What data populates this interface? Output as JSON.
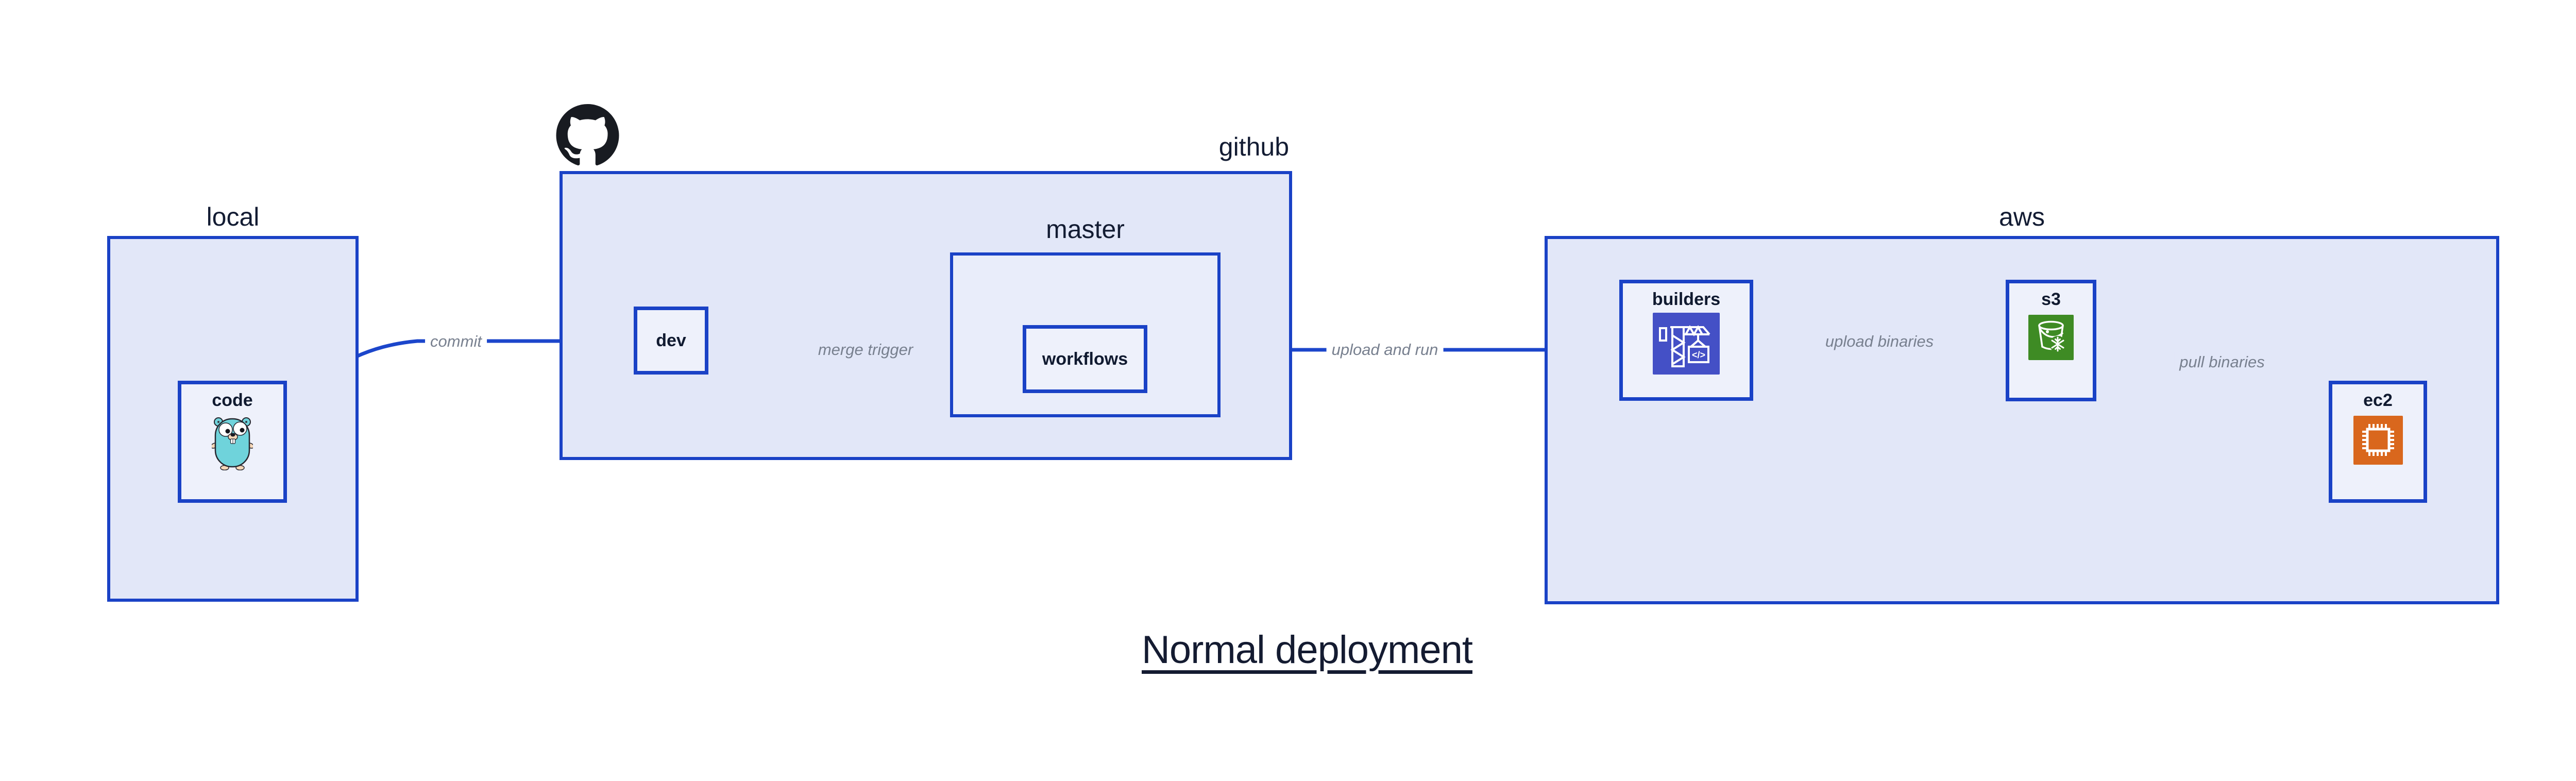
{
  "diagram": {
    "title": "Normal deployment",
    "groups": [
      {
        "id": "local",
        "label": "local"
      },
      {
        "id": "github",
        "label": "github"
      },
      {
        "id": "master",
        "label": "master"
      },
      {
        "id": "aws",
        "label": "aws"
      }
    ],
    "nodes": [
      {
        "id": "code",
        "label": "code",
        "icon": "go-gopher-icon"
      },
      {
        "id": "dev",
        "label": "dev",
        "icon": null
      },
      {
        "id": "workflows",
        "label": "workflows",
        "icon": null
      },
      {
        "id": "builders",
        "label": "builders",
        "icon": "codebuild-crane-icon",
        "icon_text": "</>"
      },
      {
        "id": "s3",
        "label": "s3",
        "icon": "s3-glacier-bucket-icon"
      },
      {
        "id": "ec2",
        "label": "ec2",
        "icon": "ec2-chip-icon"
      }
    ],
    "edges": [
      {
        "from": "code",
        "to": "dev",
        "label": "commit"
      },
      {
        "from": "dev",
        "to": "workflows",
        "label": "merge trigger"
      },
      {
        "from": "workflows",
        "to": "builders",
        "label": "upload and run"
      },
      {
        "from": "builders",
        "to": "s3",
        "label": "upload binaries"
      },
      {
        "from": "s3",
        "to": "ec2",
        "label": "pull binaries"
      }
    ],
    "logos": [
      {
        "id": "github-logo",
        "icon": "github-octocat-icon"
      }
    ],
    "colors": {
      "canvas_bg": "#ffffff",
      "group_fill": "#e2e7f8",
      "master_fill": "#e9edfa",
      "node_fill": "#eef1fb",
      "border_blue": "#1a42c6",
      "arrow_blue": "#1c46cb",
      "label_dark": "#101a30",
      "edge_label_gray": "#78808f",
      "title_dark": "#141b31",
      "builders_icon_bg": "#4450c6",
      "s3_icon_bg": "#3e8b24",
      "ec2_icon_bg": "#d9671d",
      "gopher_teal": "#6fd3db",
      "github_black": "#181b21"
    }
  }
}
